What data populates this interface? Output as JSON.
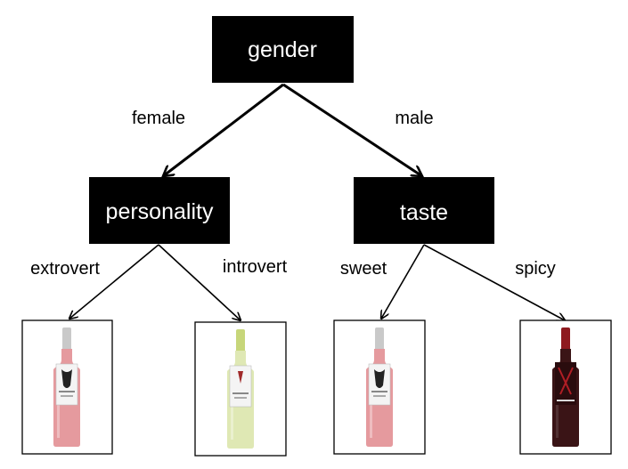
{
  "nodes": {
    "root": {
      "label": "gender"
    },
    "left": {
      "label": "personality"
    },
    "right": {
      "label": "taste"
    }
  },
  "edges": {
    "female": "female",
    "male": "male",
    "extrovert": "extrovert",
    "introvert": "introvert",
    "sweet": "sweet",
    "spicy": "spicy"
  },
  "leaves": [
    {
      "icon": "rose-wine-bottle-icon",
      "color": "#e59a9e"
    },
    {
      "icon": "white-wine-bottle-icon",
      "color": "#dfe8b4"
    },
    {
      "icon": "rose-wine-bottle-icon",
      "color": "#e59a9e"
    },
    {
      "icon": "red-wine-bottle-icon",
      "color": "#3a1416"
    }
  ]
}
